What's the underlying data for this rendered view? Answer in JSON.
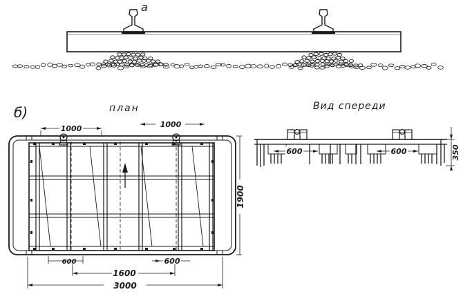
{
  "figure": {
    "label_a": "а",
    "label_b": "б)",
    "plan_title": "план",
    "front_view_title": "Вид спереди"
  },
  "dimensions": {
    "plan_top_left": "1000",
    "plan_top_right": "1000",
    "plan_height": "1900",
    "plan_bottom_small_left": "600",
    "plan_bottom_small_right": "600",
    "plan_bottom_mid": "1600",
    "plan_bottom_total": "3000",
    "front_left": "600",
    "front_right": "600",
    "front_height": "350"
  }
}
